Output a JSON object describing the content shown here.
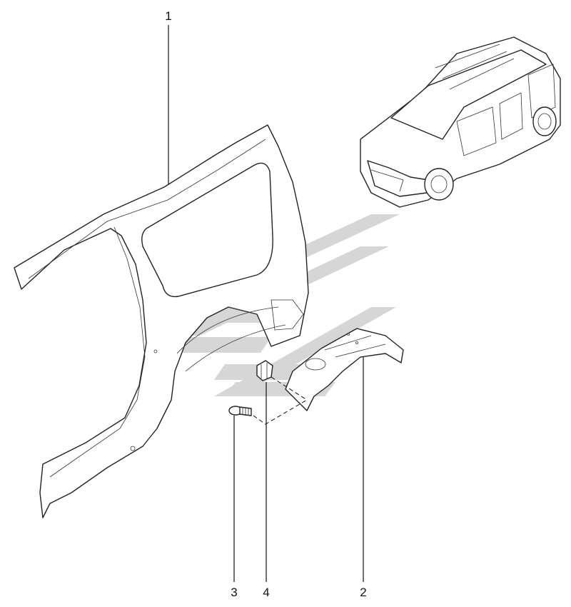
{
  "diagram": {
    "callouts": [
      {
        "id": "part-1",
        "label": "1"
      },
      {
        "id": "part-2",
        "label": "2"
      },
      {
        "id": "part-3",
        "label": "3"
      },
      {
        "id": "part-4",
        "label": "4"
      }
    ]
  },
  "colors": {
    "line": "#222222",
    "watermark": "#c8c8c8",
    "background": "#ffffff"
  },
  "icons": [
    "vehicle-thumbnail-icon",
    "watermark-logo-icon"
  ]
}
